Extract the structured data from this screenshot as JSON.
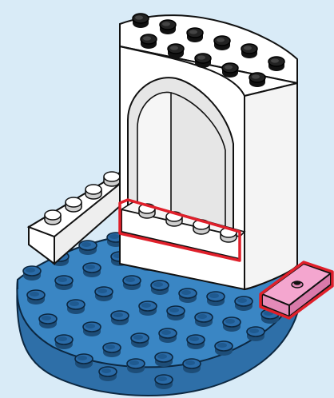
{
  "scene": {
    "background_color": "#d9ebf7",
    "parts": [
      {
        "name": "round-blue-baseplate",
        "color": "#3a86c4"
      },
      {
        "name": "white-brick-1x4",
        "color": "#ffffff"
      },
      {
        "name": "white-arch-panel",
        "color": "#ffffff"
      },
      {
        "name": "white-plate-1x4",
        "color": "#ffffff",
        "highlight_color": "#e0202b"
      },
      {
        "name": "pink-tile-1x2",
        "color": "#f4a6cf",
        "highlight_color": "#e0202b"
      }
    ]
  }
}
